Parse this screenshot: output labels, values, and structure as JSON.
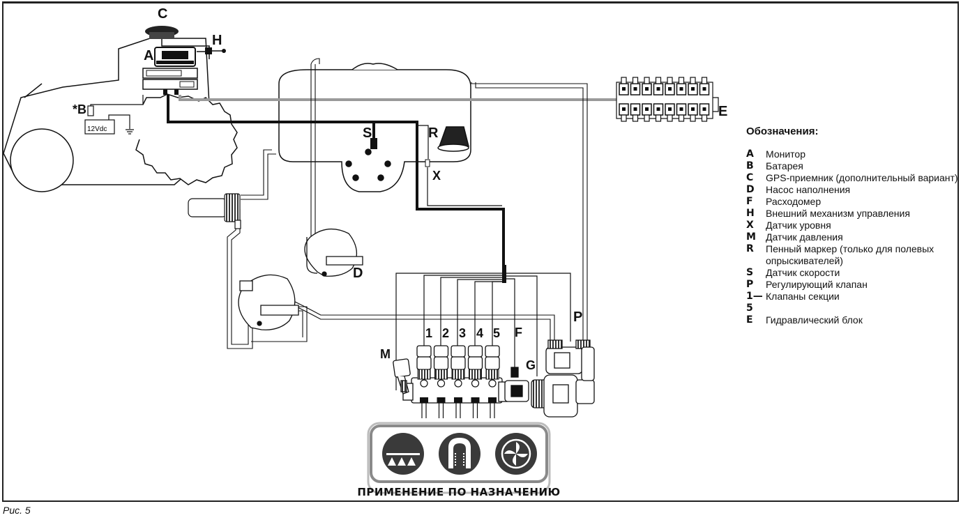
{
  "labels": {
    "A": "A",
    "B": "*B",
    "C": "C",
    "H": "H",
    "E": "E",
    "R": "R",
    "S": "S",
    "X": "X",
    "D": "D",
    "M": "M",
    "P": "P",
    "F": "F",
    "G": "G",
    "s1": "1",
    "s2": "2",
    "s3": "3",
    "s4": "4",
    "s5": "5",
    "battery": "12Vdc"
  },
  "application_title": "ПРИМЕНЕНИЕ ПО НАЗНАЧЕНИЮ",
  "figure_caption": "Рис. 5",
  "legend": {
    "title": "Обозначения:",
    "items": [
      {
        "key": "A",
        "desc": "Монитор"
      },
      {
        "key": "B",
        "desc": "Батарея"
      },
      {
        "key": "C",
        "desc": "GPS-приемник (дополнительный вариант)"
      },
      {
        "key": "D",
        "desc": "Насос наполнения"
      },
      {
        "key": "F",
        "desc": "Расходомер"
      },
      {
        "key": "H",
        "desc": "Внешний механизм управления"
      },
      {
        "key": "X",
        "desc": "Датчик уровня"
      },
      {
        "key": "M",
        "desc": "Датчик давления"
      },
      {
        "key": "R",
        "desc": "Пенный маркер (только для полевых опрыскивателей)"
      },
      {
        "key": "S",
        "desc": "Датчик скорости"
      },
      {
        "key": "P",
        "desc": "Регулирующий клапан"
      },
      {
        "key": "1—5",
        "desc": "Клапаны секции"
      },
      {
        "key": "E",
        "desc": "Гидравлический блок"
      }
    ]
  },
  "colors": {
    "line": "#111111",
    "grey_line": "#9a9a9a",
    "icon_dark": "#3a3a3a",
    "panel": "#8a8a8a"
  }
}
